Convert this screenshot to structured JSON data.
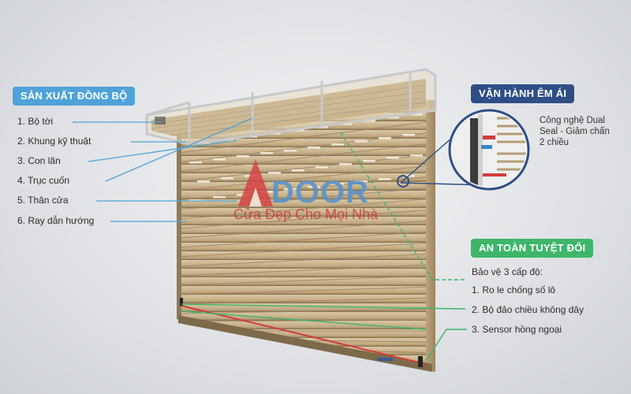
{
  "left_panel": {
    "title": "SẢN XUẤT ĐỒNG BỘ",
    "items": [
      "1. Bộ tời",
      "2. Khung kỹ thuật",
      "3. Con lăn",
      "4. Trục cuốn",
      "5. Thân cửa",
      "6. Ray dẫn hướng"
    ]
  },
  "right_top": {
    "title": "VẬN HÀNH ÊM ÁI",
    "note": [
      "Công nghệ Dual",
      "Seal - Giảm chấn",
      "2 chiều"
    ]
  },
  "right_bottom": {
    "title": "AN TOÀN TUYỆT ĐỐI",
    "intro": "Bảo vệ 3 cấp độ:",
    "items": [
      "1. Ro le chống số lô",
      "2. Bộ đảo chiều không dây",
      "3. Sensor hồng ngoại"
    ]
  },
  "logo": {
    "brand": "DOOR",
    "tagline": "Cửa Đẹp Cho Mọi Nhà"
  },
  "colors": {
    "blue": "#4fa3d8",
    "navy": "#2f4e86",
    "green": "#3db66a",
    "red": "#d33b3b"
  }
}
